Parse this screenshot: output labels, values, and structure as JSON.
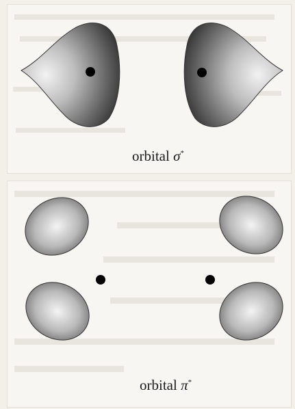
{
  "top_figure": {
    "caption_word": "orbital",
    "caption_symbol": "σ",
    "caption_superscript": "*"
  },
  "bottom_figure": {
    "caption_word": "orbital",
    "caption_symbol": "π",
    "caption_superscript": "*"
  },
  "colors": {
    "page_background": "#f3f0ea",
    "panel_background": "#f7f6f2",
    "lobe_dark": "#2a2a2a",
    "lobe_light": "#e6e6e6",
    "nucleus": "#000000"
  }
}
